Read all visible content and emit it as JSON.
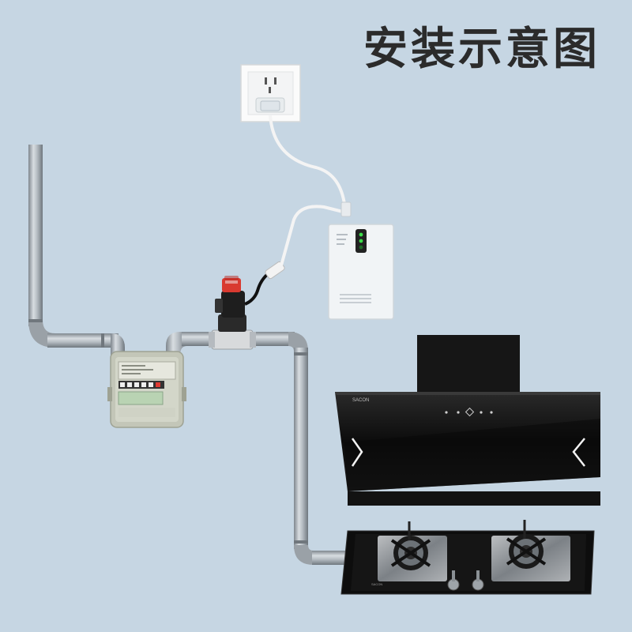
{
  "title": "安装示意图",
  "hood": {
    "brand": "SACON"
  },
  "stove": {
    "brand": "SACON"
  },
  "colors": {
    "background": "#c6d6e3",
    "pipe": "#a9b0b6",
    "appliance_black": "#111111",
    "detector_body": "#f1f4f6",
    "detector_led": "#3ddc4a",
    "valve_cap": "#e03a32",
    "meter_body": "#c7c9bd"
  }
}
